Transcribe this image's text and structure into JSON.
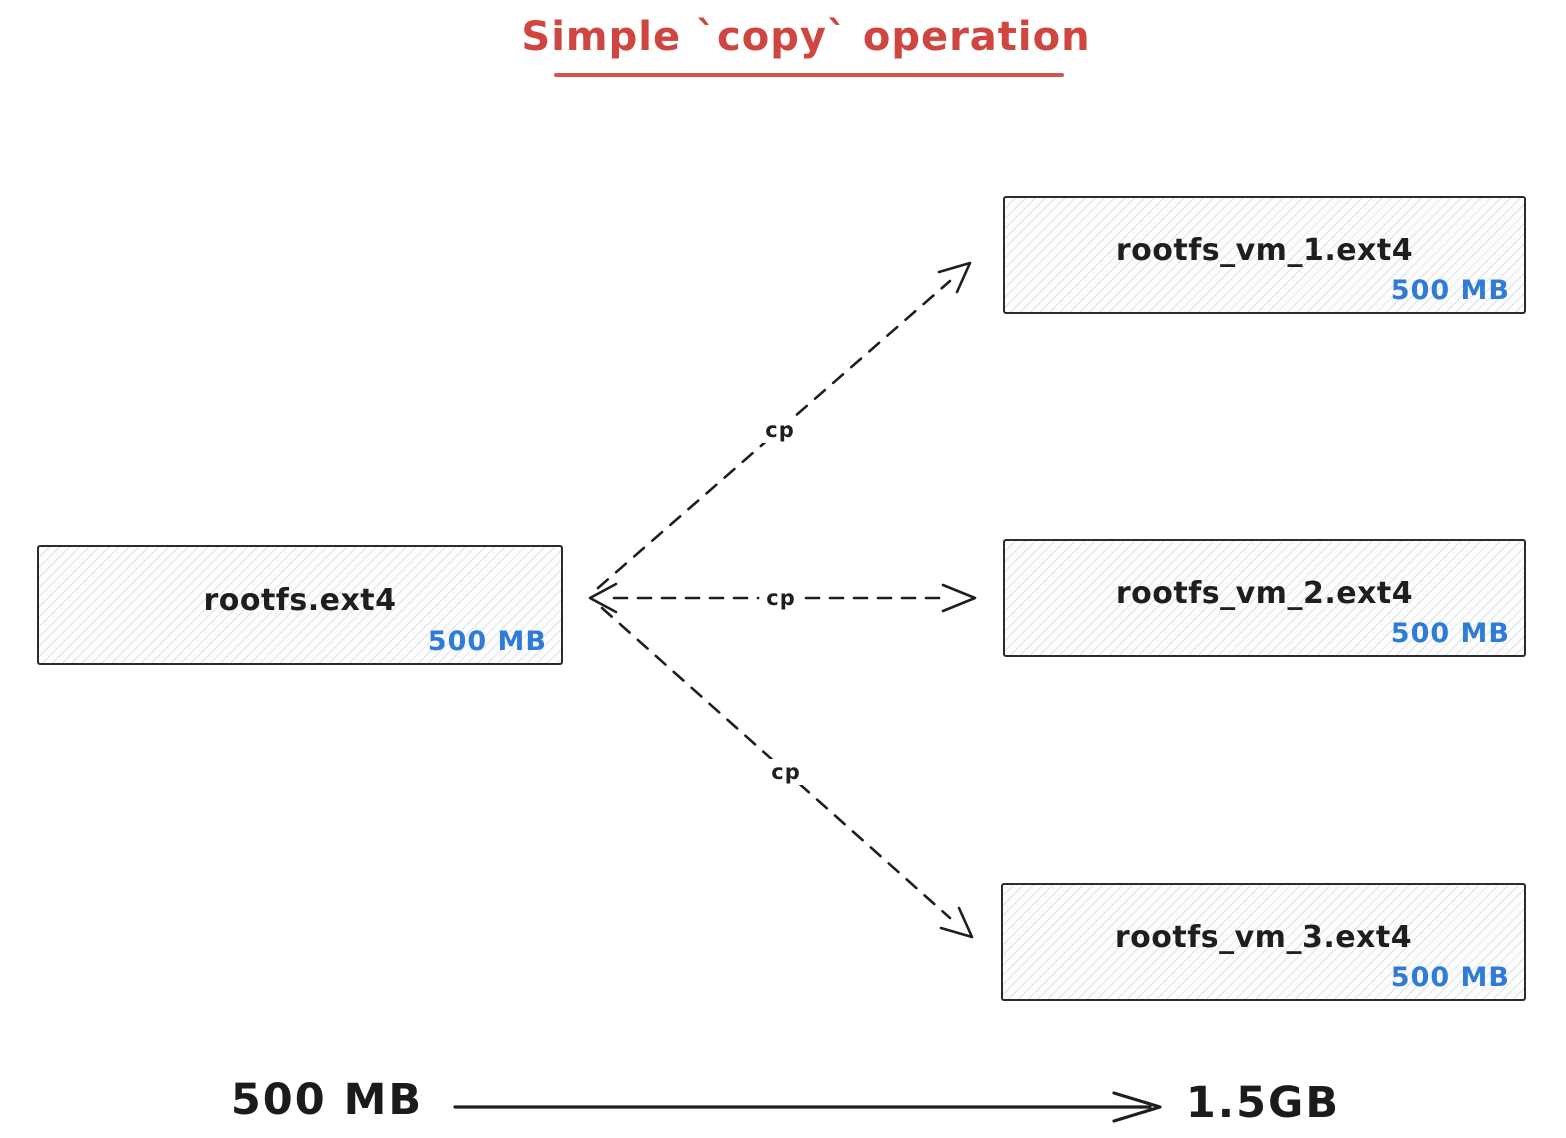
{
  "title": {
    "text": "Simple `copy` operation"
  },
  "nodes": {
    "source": {
      "label": "rootfs.ext4",
      "size": "500 MB"
    },
    "targets": [
      {
        "label": "rootfs_vm_1.ext4",
        "size": "500 MB"
      },
      {
        "label": "rootfs_vm_2.ext4",
        "size": "500 MB"
      },
      {
        "label": "rootfs_vm_3.ext4",
        "size": "500 MB"
      }
    ]
  },
  "arrows": [
    {
      "label": "cp"
    },
    {
      "label": "cp"
    },
    {
      "label": "cp"
    }
  ],
  "size_axis": {
    "start_label": "500 MB",
    "end_label": "1.5GB"
  },
  "colors": {
    "ink": "#1e1e1e",
    "title_red": "#cf4540",
    "size_blue": "#2e7cd6",
    "hatch": "#dde2ec"
  }
}
